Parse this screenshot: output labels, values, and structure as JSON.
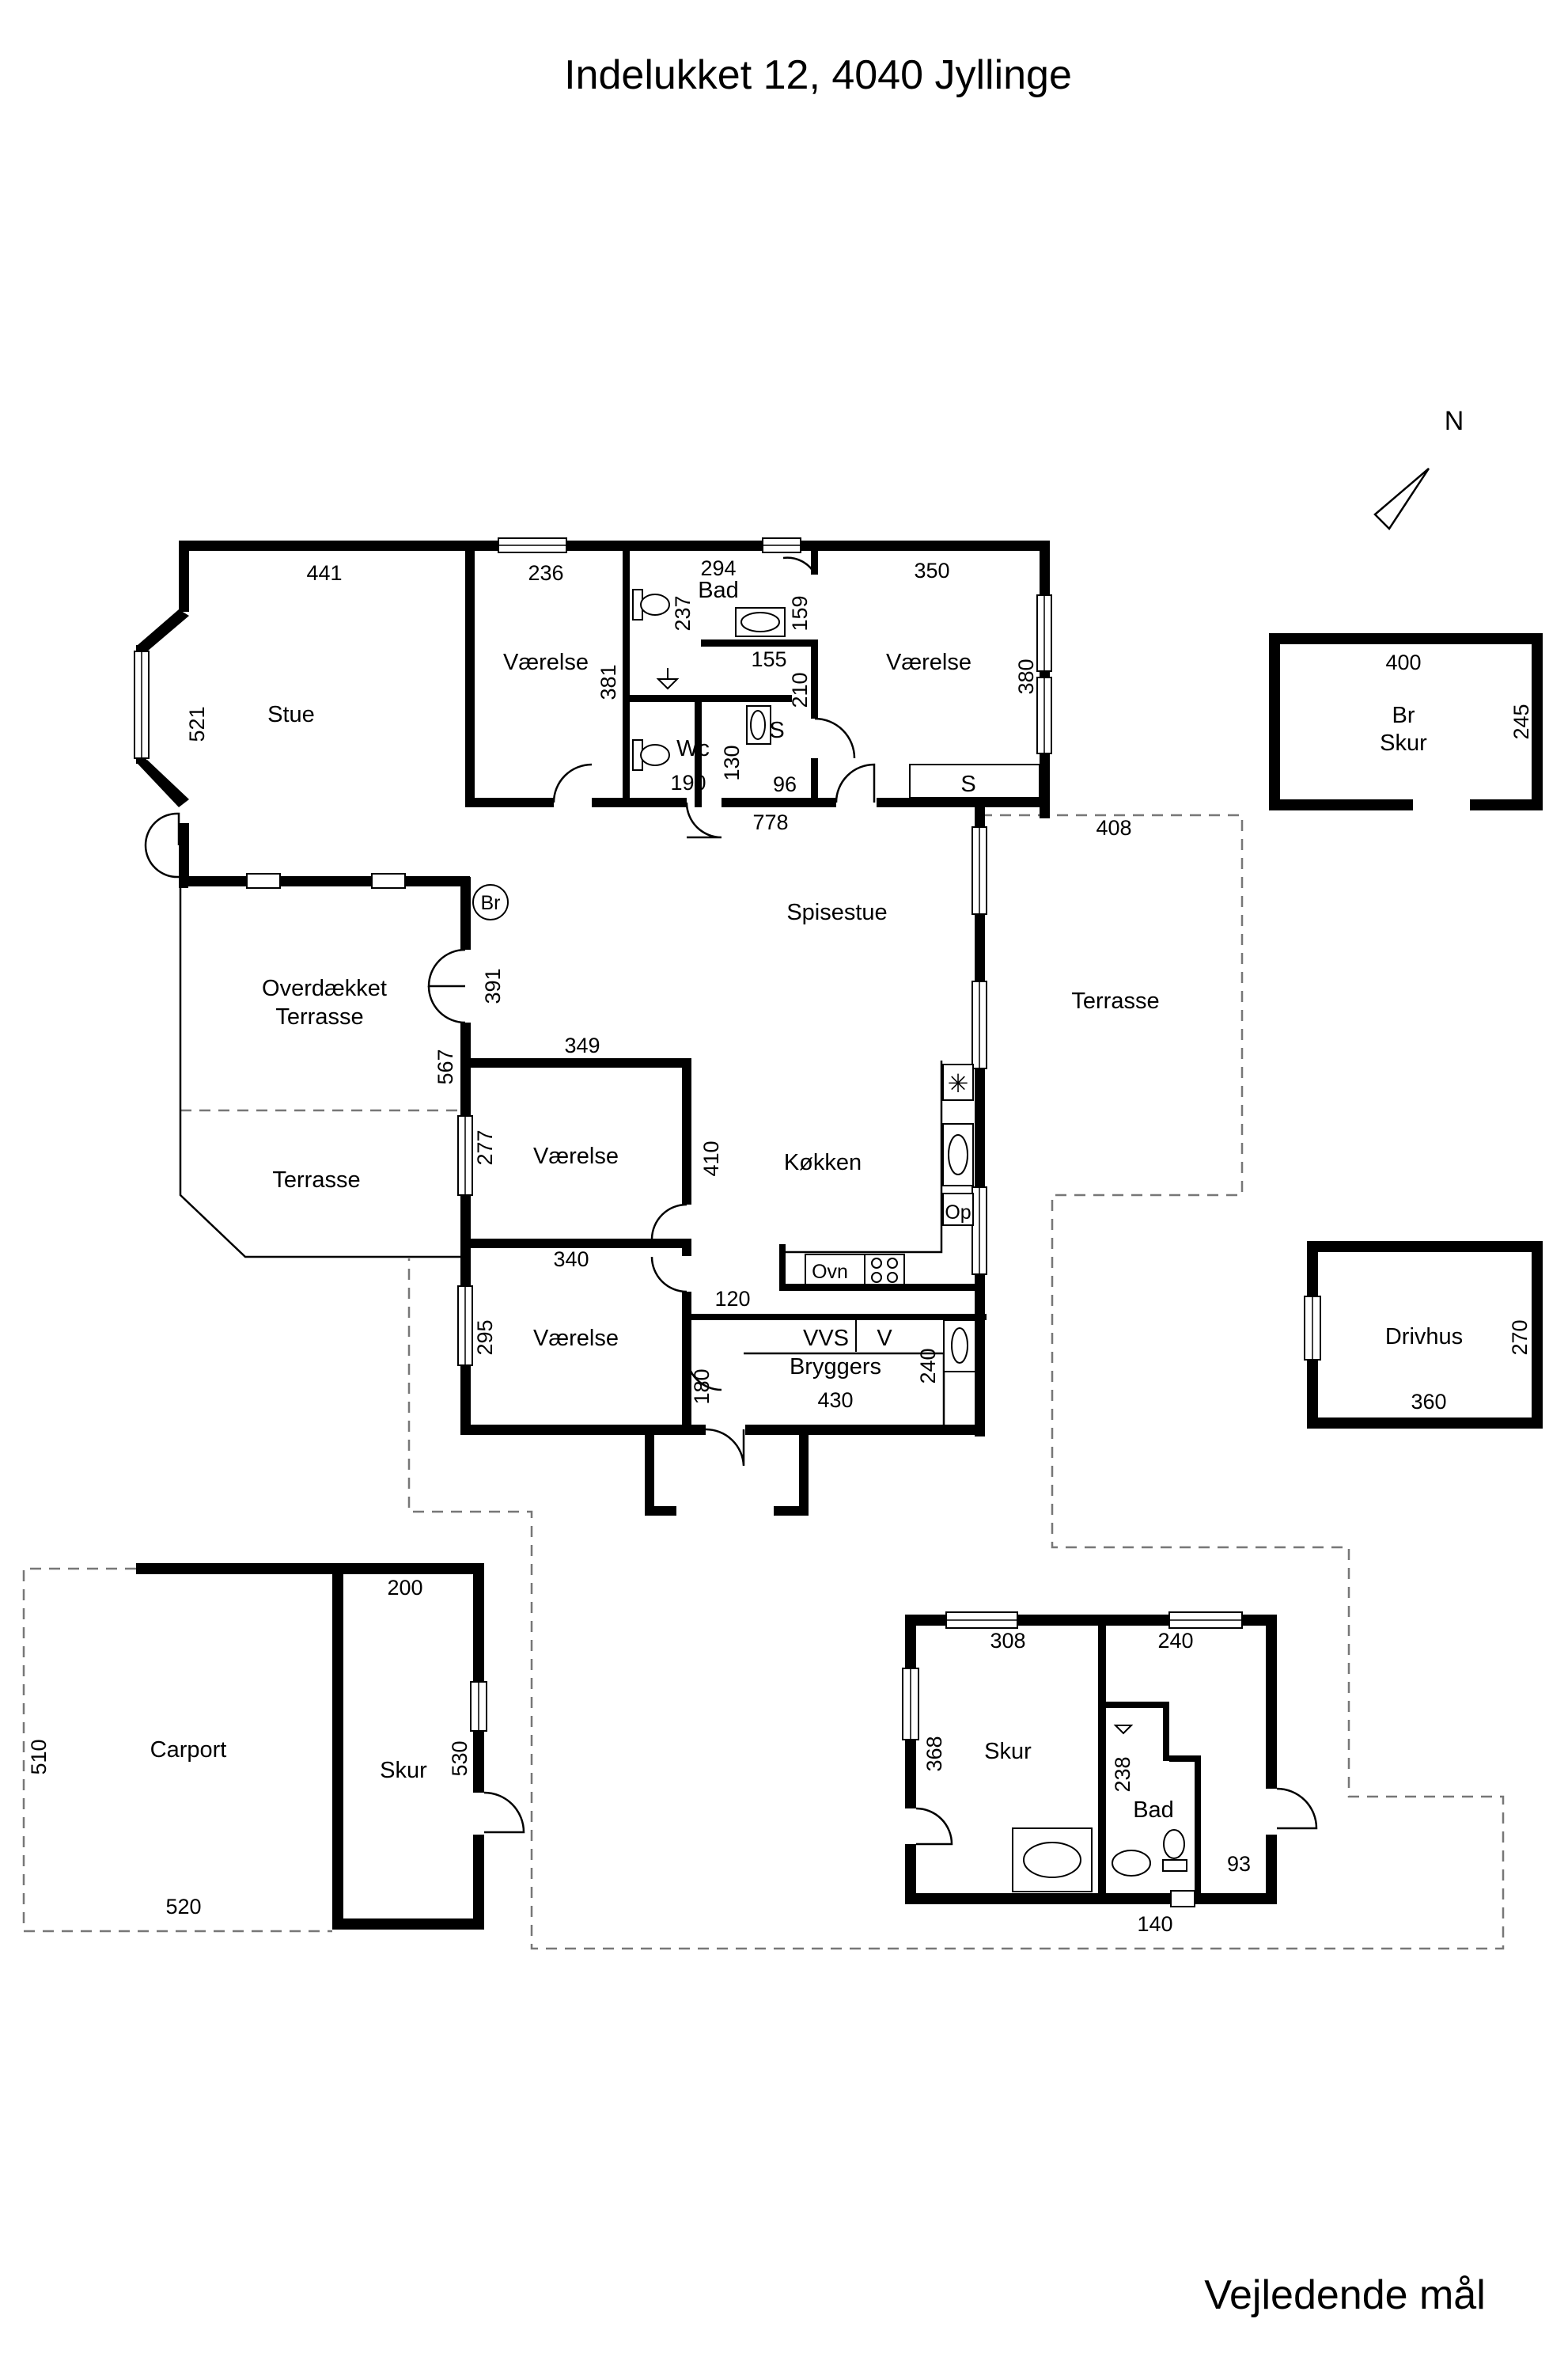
{
  "title": "Indelukket 12, 4040 Jyllinge",
  "footer": "Vejledende mål",
  "compass": "N",
  "rooms": {
    "stue": "Stue",
    "vaerelse1": "Værelse",
    "bad": "Bad",
    "vaerelse2": "Værelse",
    "wc": "Wc",
    "s1": "S",
    "s2": "S",
    "br": "Br",
    "spisestue": "Spisestue",
    "overdaekket_1": "Overdækket",
    "overdaekket_2": "Terrasse",
    "terrasse_left": "Terrasse",
    "terrasse_right": "Terrasse",
    "vaerelse3": "Værelse",
    "koekken": "Køkken",
    "vaerelse4": "Værelse",
    "ovn": "Ovn",
    "op": "Op",
    "vvs": "VVS",
    "v": "V",
    "bryggers": "Bryggers",
    "br_skur_1": "Br",
    "br_skur_2": "Skur",
    "drivhus": "Drivhus",
    "carport": "Carport",
    "skur_left": "Skur",
    "skur_right": "Skur",
    "bad_right": "Bad"
  },
  "dims": {
    "d441": "441",
    "d236": "236",
    "d294": "294",
    "d350": "350",
    "d521": "521",
    "d381": "381",
    "d237": "237",
    "d159": "159",
    "d155": "155",
    "d210": "210",
    "d380": "380",
    "d190": "190",
    "d130": "130",
    "d96": "96",
    "d778": "778",
    "d408": "408",
    "d391": "391",
    "d349": "349",
    "d567": "567",
    "d277": "277",
    "d410": "410",
    "d340": "340",
    "d120": "120",
    "d295": "295",
    "d180": "180",
    "d430": "430",
    "d240a": "240",
    "d400": "400",
    "d245": "245",
    "d270": "270",
    "d360": "360",
    "d200": "200",
    "d510": "510",
    "d530": "530",
    "d520": "520",
    "d308": "308",
    "d240b": "240",
    "d368": "368",
    "d238": "238",
    "d93": "93",
    "d140": "140"
  }
}
